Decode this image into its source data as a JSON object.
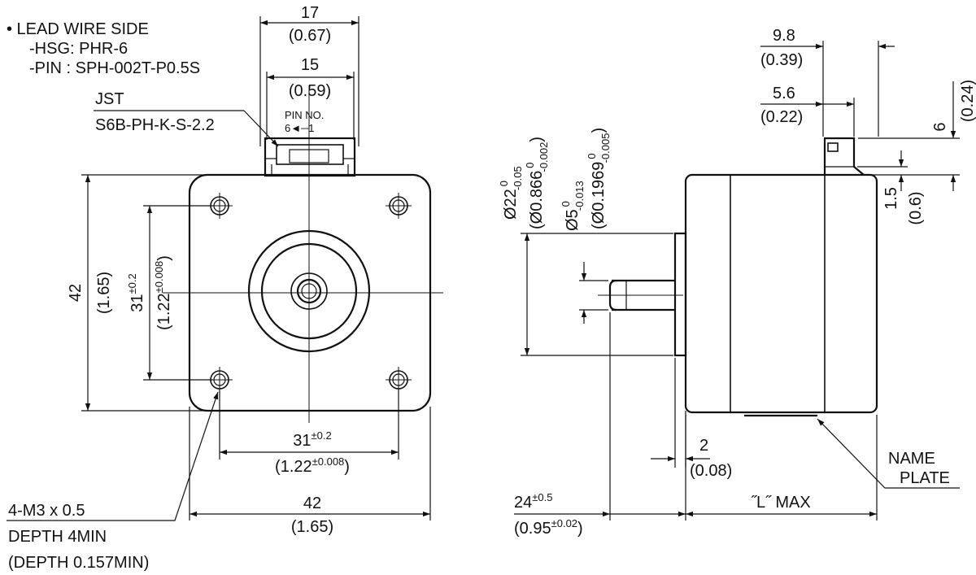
{
  "notes": {
    "lead_wire_side": "• LEAD WIRE SIDE",
    "hsg": "-HSG: PHR-6",
    "pin": "-PIN  : SPH-002T-P0.5S",
    "jst": "JST",
    "connector": "S6B-PH-K-S-2.2",
    "pin_no": "PIN  NO.",
    "pin_range": "6◄─1"
  },
  "front_view": {
    "top_outer": {
      "mm": "17",
      "inch": "(0.67)"
    },
    "top_inner": {
      "mm": "15",
      "inch": "(0.59)"
    },
    "height": {
      "mm": "42",
      "inch": "(1.65)"
    },
    "hole_pitch_v": {
      "mm": "31",
      "tol": "±0.2",
      "inch": "(1.22",
      "inch_tol": "±0.008",
      "close": ")"
    },
    "hole_pitch_h": {
      "mm": "31",
      "tol": "±0.2",
      "inch": "(1.22",
      "inch_tol": "±0.008",
      "close": ")"
    },
    "width": {
      "mm": "42",
      "inch": "(1.65)"
    },
    "holes_note": [
      "4-M3 x 0.5",
      "DEPTH 4MIN",
      "(DEPTH 0.157MIN)"
    ]
  },
  "side_view": {
    "d_9_8": {
      "mm": "9.8",
      "inch": "(0.39)"
    },
    "d_5_6": {
      "mm": "5.6",
      "inch": "(0.22)"
    },
    "d_6": {
      "mm": "6",
      "inch": "(0.24)"
    },
    "d_1_5": {
      "mm": "1.5",
      "inch": "(0.6)"
    },
    "pilot_dia": {
      "mm": "Ø22",
      "tol_up": "0",
      "tol_dn": "-0.05",
      "inch": "(Ø0.866",
      "inch_up": "0",
      "inch_dn": "-0.002",
      "close": ")"
    },
    "shaft_dia": {
      "mm": "Ø5",
      "tol_up": "0",
      "tol_dn": "-0.013",
      "inch": "(Ø0.1969",
      "inch_up": "0",
      "inch_dn": "-0.005",
      "close": ")"
    },
    "d_2": {
      "mm": "2",
      "inch": "(0.08)"
    },
    "shaft_len": {
      "mm": "24",
      "tol": "±0.5",
      "inch": "(0.95",
      "inch_tol": "±0.02",
      "close": ")"
    },
    "length": "˝L˝ MAX",
    "name_plate": [
      "NAME",
      "PLATE"
    ]
  }
}
